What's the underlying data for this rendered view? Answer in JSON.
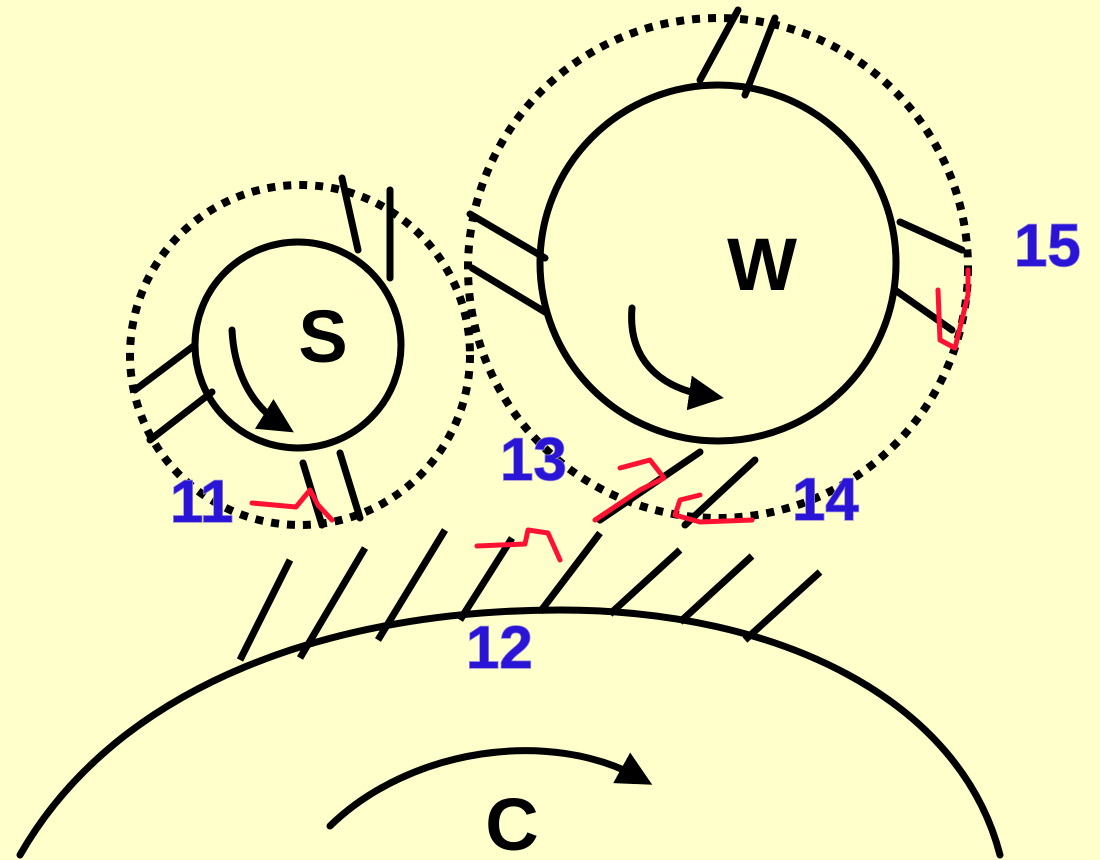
{
  "gears": {
    "sun": "S",
    "wheel": "W",
    "carrier": "C"
  },
  "labels": [
    "11",
    "12",
    "13",
    "14",
    "15"
  ],
  "colors": {
    "background": "#ffffcc",
    "outline": "#000000",
    "number": "#2a15d6",
    "annotation": "#ff1133"
  }
}
